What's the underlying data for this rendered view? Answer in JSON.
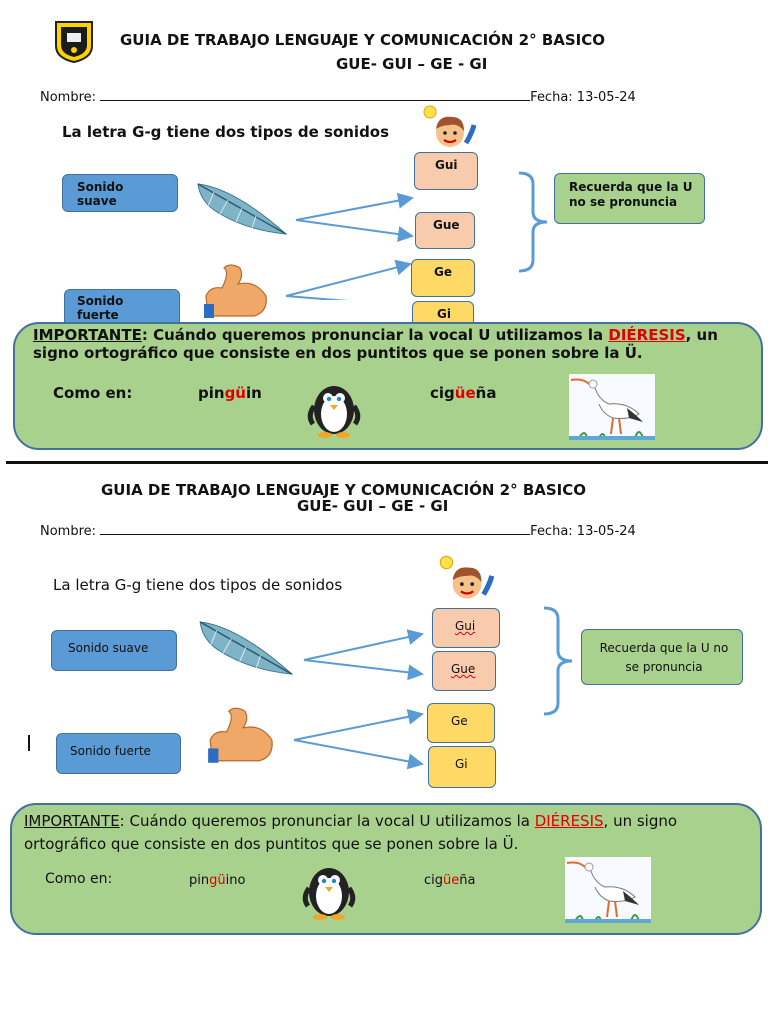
{
  "top": {
    "title1": "GUIA DE TRABAJO LENGUAJE Y COMUNICACIÓN 2° BASICO",
    "title2": "GUE- GUI – GE - GI",
    "name_label": "Nombre:",
    "date_label": "Fecha: 13-05-24",
    "intro": "La letra G-g tiene dos tipos de sonidos",
    "soft_label": "Sonido suave",
    "strong_label": "Sonido fuerte",
    "syllables": [
      "Gui",
      "Gue",
      "Ge",
      "Gi"
    ],
    "reminder": "Recuerda que la U no se pronuncia",
    "important_title": "IMPORTANTE",
    "important_text1": ": Cuándo queremos pronunciar la vocal U utilizamos la ",
    "dieresis": "DIÉRESIS",
    "important_text2": ", un signo ortográfico que consiste en dos puntitos que se ponen sobre la Ü.",
    "example_label": "Como en:",
    "word1_a": "pin",
    "word1_b": "gü",
    "word1_c": "in",
    "word2_a": "cig",
    "word2_b": "üe",
    "word2_c": "ña"
  },
  "bottom": {
    "title1": "GUIA DE TRABAJO LENGUAJE Y COMUNICACIÓN 2° BASICO",
    "title2": "GUE- GUI – GE - GI",
    "name_label": "Nombre:",
    "date_label": "Fecha: 13-05-24",
    "intro": "La letra G-g tiene dos tipos de sonidos",
    "soft_label": "Sonido suave",
    "strong_label": "Sonido fuerte",
    "syllables": [
      "Gui",
      "Gue",
      "Ge",
      "Gi"
    ],
    "reminder": "Recuerda que la U no se pronuncia",
    "important_title": "IMPORTANTE",
    "important_text1": ": Cuándo queremos pronunciar la vocal U utilizamos la ",
    "dieresis": "DIÉRESIS",
    "important_text2": ", un signo ortográfico que consiste en dos puntitos que se ponen sobre la Ü.",
    "example_label": "Como en:",
    "word1_a": "pin",
    "word1_b": "gü",
    "word1_c": "ino",
    "word2_a": "cig",
    "word2_b": "üe",
    "word2_c": "ña"
  },
  "colors": {
    "blue_box": "#5b9bd5",
    "peach_box": "#f8cbad",
    "yellow_box": "#ffd966",
    "green_box": "#a9d18e",
    "arrow": "#5b9bd5",
    "accent_red": "#e00000"
  },
  "icons": [
    "school-crest-icon",
    "boy-idea-icon",
    "feather-icon",
    "flexed-arm-icon",
    "penguin-icon",
    "stork-icon"
  ]
}
